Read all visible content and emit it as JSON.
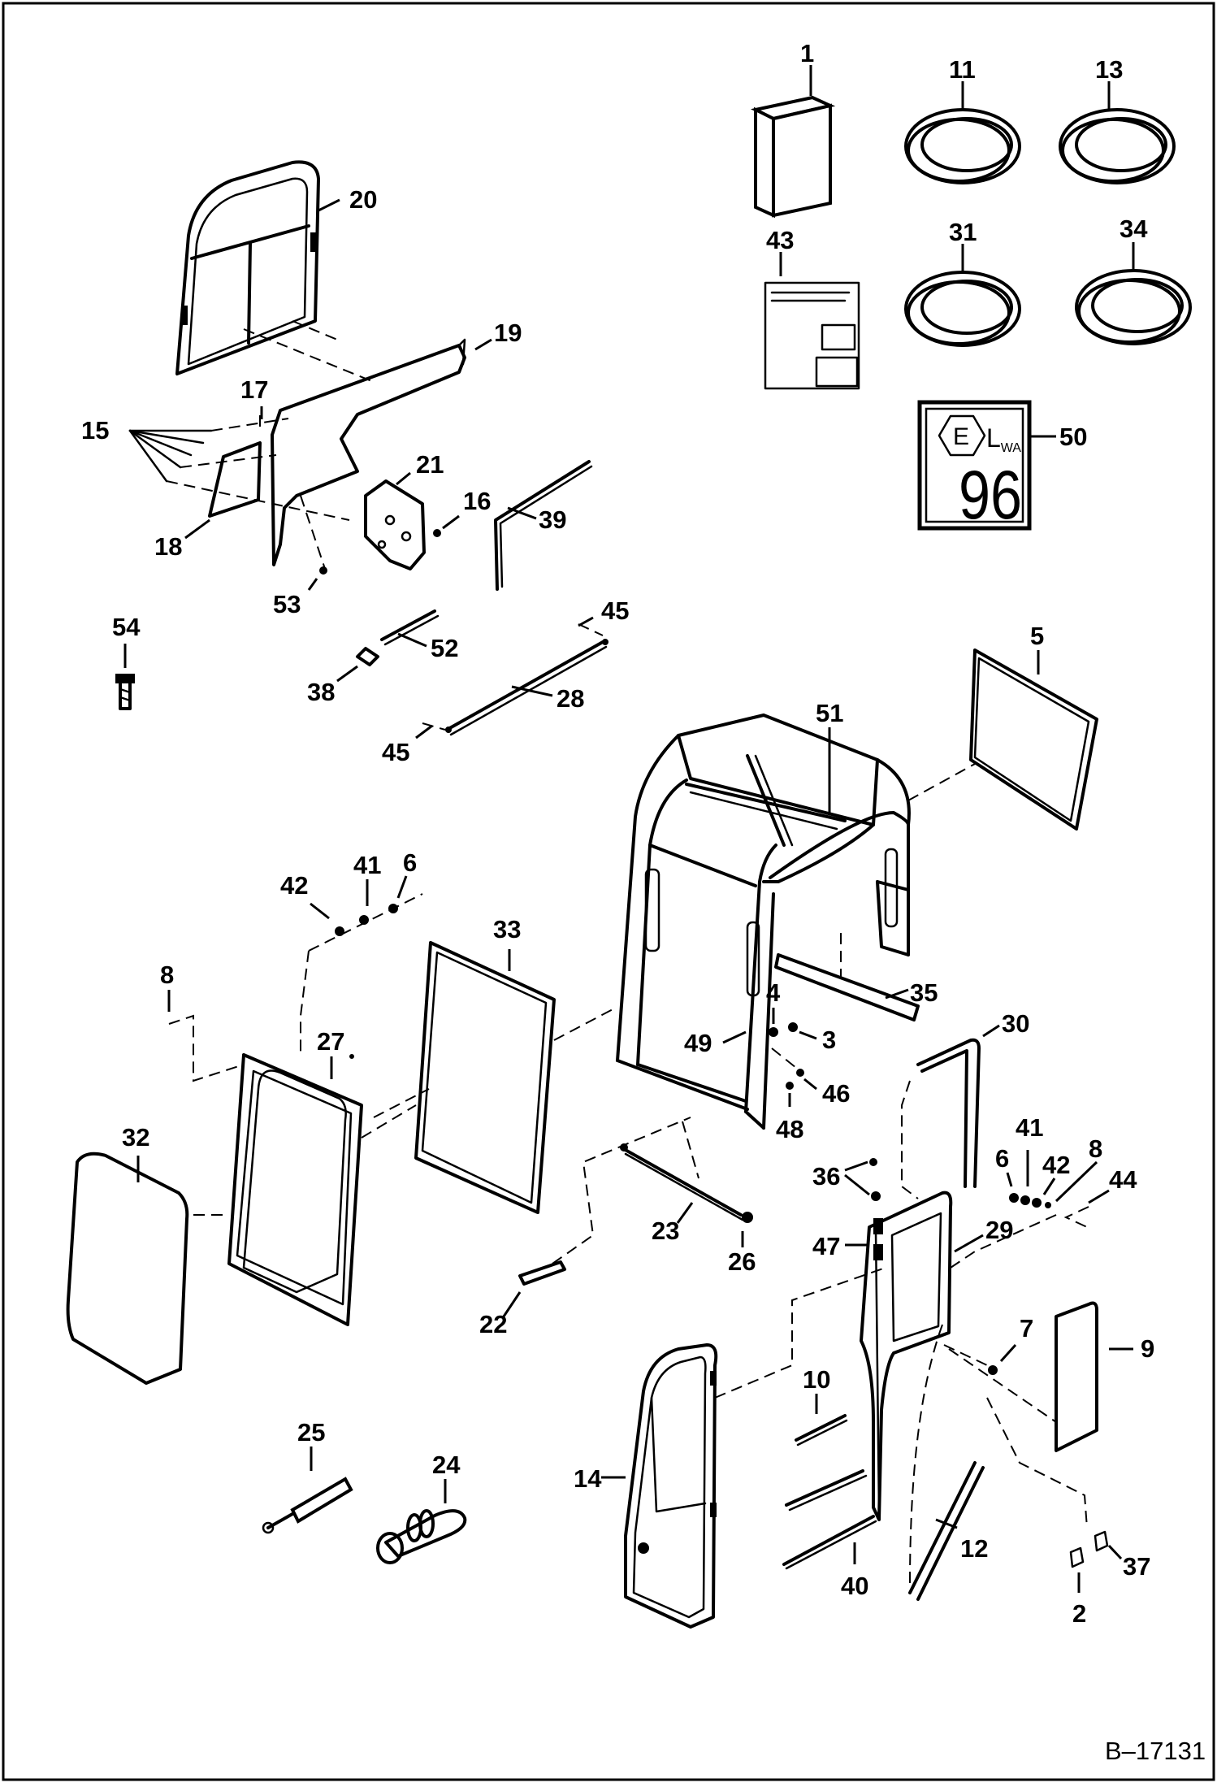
{
  "drawing_number": "B–17131",
  "decal": {
    "symbol": "E",
    "label": "L",
    "subscript": "WA",
    "value": "96"
  },
  "callouts": {
    "c1": "1",
    "c2": "2",
    "c3": "3",
    "c4": "4",
    "c5": "5",
    "c6a": "6",
    "c6b": "6",
    "c7": "7",
    "c8a": "8",
    "c8b": "8",
    "c9": "9",
    "c10": "10",
    "c11": "11",
    "c12": "12",
    "c13": "13",
    "c14": "14",
    "c15": "15",
    "c16": "16",
    "c17": "17",
    "c18": "18",
    "c19": "19",
    "c20": "20",
    "c21": "21",
    "c22": "22",
    "c23": "23",
    "c24": "24",
    "c25": "25",
    "c26": "26",
    "c27": "27",
    "c28": "28",
    "c29": "29",
    "c30": "30",
    "c31": "31",
    "c32": "32",
    "c33": "33",
    "c34": "34",
    "c35": "35",
    "c36": "36",
    "c37": "37",
    "c38": "38",
    "c39": "39",
    "c40": "40",
    "c41a": "41",
    "c41b": "41",
    "c42a": "42",
    "c42b": "42",
    "c43": "43",
    "c44": "44",
    "c45a": "45",
    "c45b": "45",
    "c46": "46",
    "c47": "47",
    "c48": "48",
    "c49": "49",
    "c50": "50",
    "c51": "51",
    "c52": "52",
    "c53": "53",
    "c54": "54"
  }
}
